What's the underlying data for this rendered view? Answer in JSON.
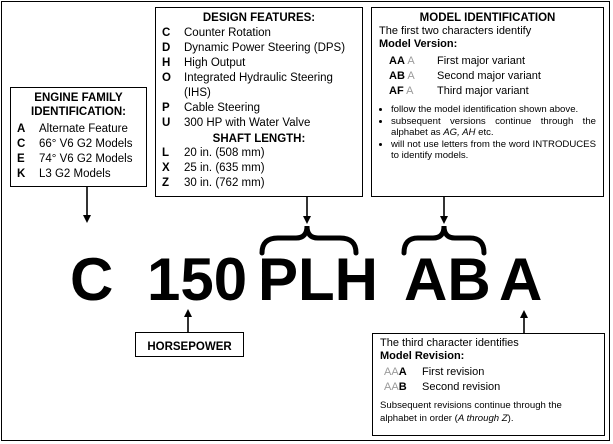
{
  "engine_family": {
    "title": "ENGINE FAMILY IDENTIFICATION:",
    "items": [
      {
        "code": "A",
        "text": "Alternate Feature"
      },
      {
        "code": "C",
        "text": "66° V6 G2 Models"
      },
      {
        "code": "E",
        "text": "74° V6 G2 Models"
      },
      {
        "code": "K",
        "text": "L3 G2 Models"
      }
    ]
  },
  "design_features": {
    "title": "DESIGN FEATURES:",
    "items": [
      {
        "code": "C",
        "text": "Counter Rotation"
      },
      {
        "code": "D",
        "text": "Dynamic Power Steering (DPS)"
      },
      {
        "code": "H",
        "text": "High Output"
      },
      {
        "code": "O",
        "text": "Integrated Hydraulic Steering (IHS)"
      },
      {
        "code": "P",
        "text": "Cable Steering"
      },
      {
        "code": "U",
        "text": "300 HP with Water Valve"
      }
    ],
    "shaft_title": "SHAFT LENGTH:",
    "shaft_items": [
      {
        "code": "L",
        "text": "20 in. (508 mm)"
      },
      {
        "code": "X",
        "text": "25 in. (635 mm)"
      },
      {
        "code": "Z",
        "text": "30 in. (762 mm)"
      }
    ]
  },
  "model_identification": {
    "title": "MODEL IDENTIFICATION",
    "intro": "The first two characters identify",
    "subtitle": "Model Version:",
    "versions": [
      {
        "bold": "AA",
        "grey": "A",
        "text": "First major variant"
      },
      {
        "bold": "AB",
        "grey": "A",
        "text": "Second major variant"
      },
      {
        "bold": "AF",
        "grey": "A",
        "text": "Third major variant"
      }
    ],
    "notes": [
      "follow the model identification shown above.",
      "subsequent versions continue through the alphabet as",
      "will not use letters from the word INTRODUCES to identify models."
    ],
    "note_italic": "AG, AH",
    "note_tail": "etc."
  },
  "model_revision": {
    "intro": "The third character identifies",
    "subtitle": "Model Revision:",
    "revisions": [
      {
        "grey": "AA",
        "bold": "A",
        "text": "First revision"
      },
      {
        "grey": "AA",
        "bold": "B",
        "text": "Second revision"
      }
    ],
    "footer_pre": "Subsequent revisions continue through the alphabet in order (",
    "footer_italic": "A through Z",
    "footer_post": ")."
  },
  "model_code": {
    "c": "C",
    "hp": "150",
    "features": "PLH",
    "version": "AB",
    "revision": "A"
  },
  "horsepower_label": "HORSEPOWER"
}
